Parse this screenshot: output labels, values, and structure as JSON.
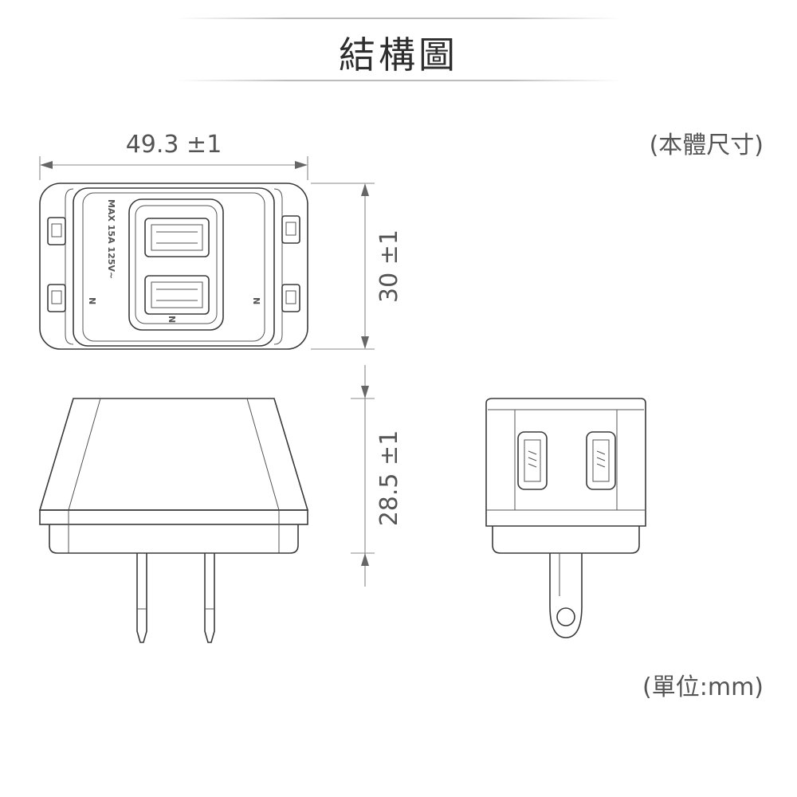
{
  "title": "結構圖",
  "body_size_note": "(本體尺寸)",
  "unit_note": "(單位:mm)",
  "dimensions": {
    "width": "49.3 ±1",
    "height": "30 ±1",
    "depth": "28.5 ±1"
  },
  "product_marking": "MAX 15A 125V~",
  "neutral_mark": "N"
}
